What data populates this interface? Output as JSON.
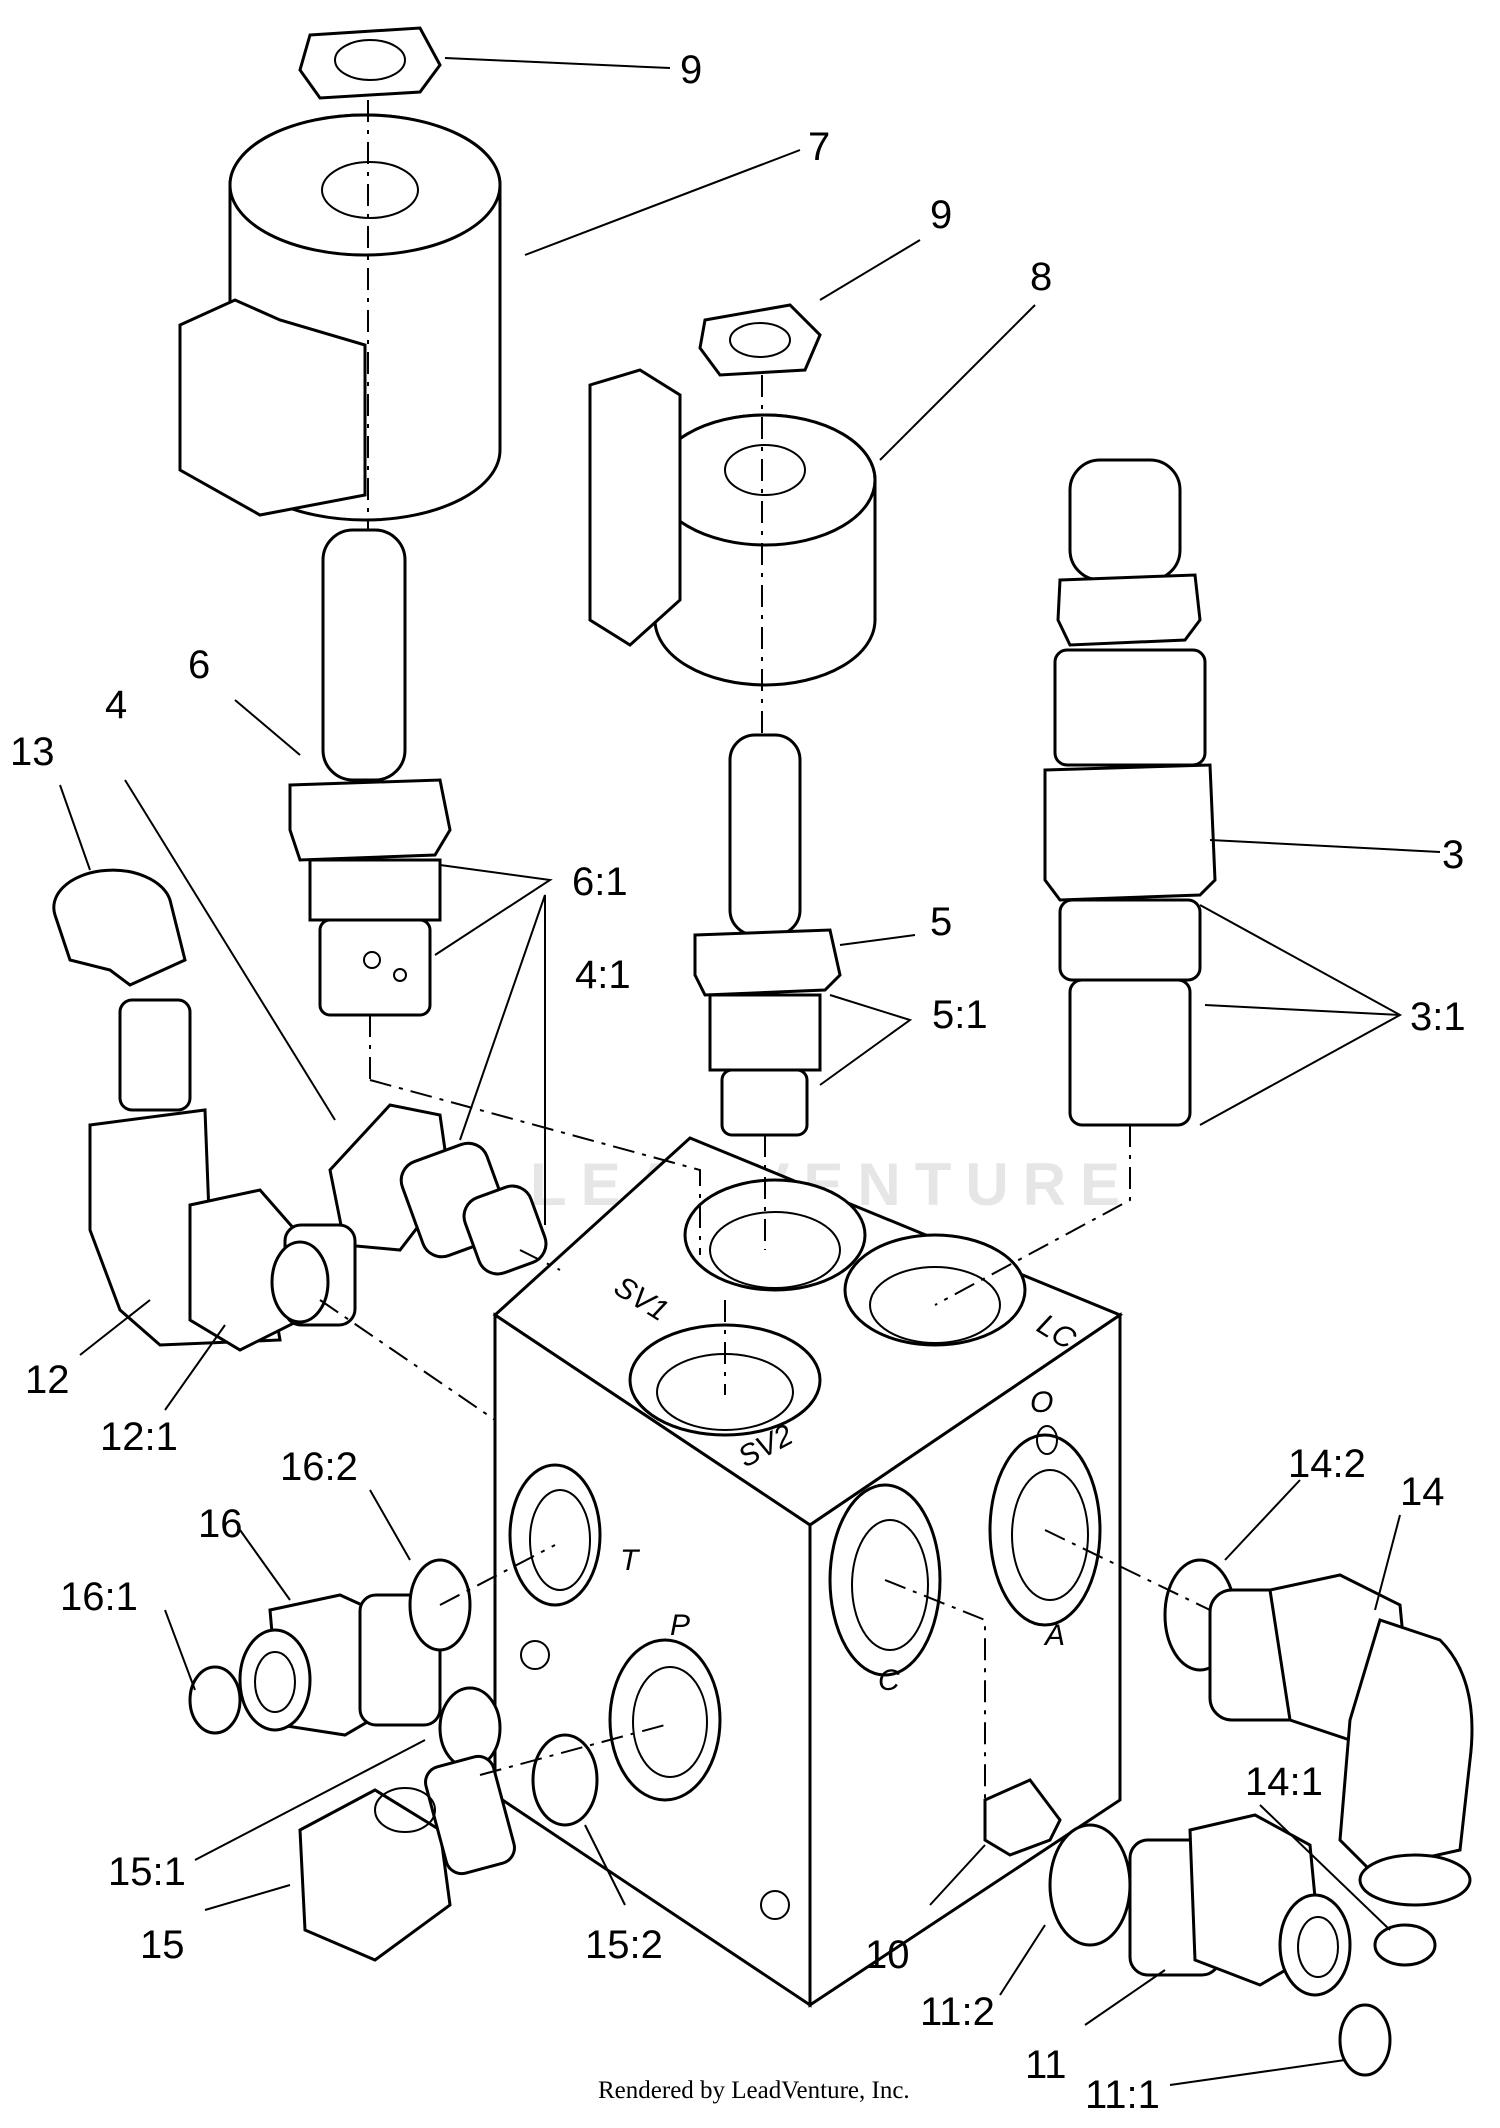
{
  "watermark": "LEADVENTURE",
  "credit": "Rendered by LeadVenture, Inc.",
  "ports": {
    "sv1": "SV1",
    "sv2": "SV2",
    "lc": "LC",
    "t": "T",
    "p": "P",
    "c": "C",
    "a": "A",
    "o": "O"
  },
  "callouts": {
    "c9a": "9",
    "c7": "7",
    "c9b": "9",
    "c8": "8",
    "c6": "6",
    "c4": "4",
    "c13": "13",
    "c6_1": "6:1",
    "c4_1": "4:1",
    "c5": "5",
    "c5_1": "5:1",
    "c3": "3",
    "c3_1": "3:1",
    "c12": "12",
    "c12_1": "12:1",
    "c16_2": "16:2",
    "c16": "16",
    "c16_1": "16:1",
    "c14_2": "14:2",
    "c14": "14",
    "c15_1": "15:1",
    "c15": "15",
    "c15_2": "15:2",
    "c10": "10",
    "c14_1": "14:1",
    "c11_2": "11:2",
    "c11": "11",
    "c11_1": "11:1"
  }
}
